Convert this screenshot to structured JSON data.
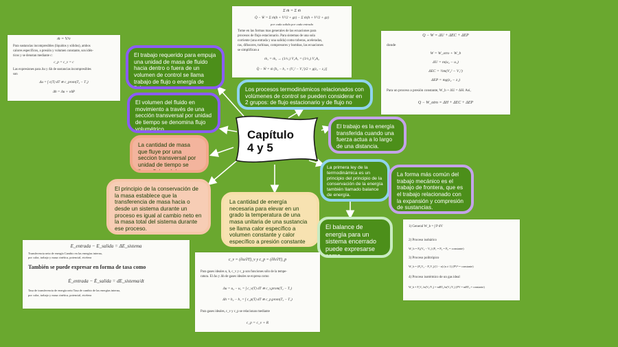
{
  "diagram": {
    "center": {
      "title": "Capítulo\n4 y 5"
    },
    "nodes": [
      {
        "id": "trabajo-flujo",
        "text": "El trabajo requerido para empuja una unidad de masa de fluido hacia dentro o fuera de un volumen de control se llama trabajo de flujo o energía de flujo."
      },
      {
        "id": "volumen-fluido",
        "text": "El volumen del fluido en movimiento a través de una sección transversal por unidad de tiempo se denomina flujo volumétrico."
      },
      {
        "id": "cantidad-masa",
        "text": "La cantidad de masa que fluye por una seccion transversal por unidad de tiempo se llama flujo másico."
      },
      {
        "id": "principio-conservacion",
        "text": "El principio de la conservación de la masa establece  que la transferencia de masa hacia o desde un sistema durante un proceso es igual al cambio neto en la masa total del sistema durante ese proceso."
      },
      {
        "id": "cantidad-energia",
        "text": "La cantidad de energía necesaria para elevar en un grado la temperatura de una masa unitaria de una sustancia se llama calor específico a volumen constante y calor específico a presión constante"
      },
      {
        "id": "procesos-termo",
        "text": "Los procesos termodinámicos relacionados con volúmenes de control se pueden considerar en 2 grupos: de flujo estacionario y de flujo no estacionario."
      },
      {
        "id": "trabajo-energia",
        "text": "El trabajo es la energía transferida cuando una fuerza actua a lo largo de una distancia."
      },
      {
        "id": "primera-ley",
        "text": "La primera ley de la termodinámica es un principio del principio de la conservación de la energía también llamado balance de energía."
      },
      {
        "id": "forma-comun",
        "text": "La forma más común del trabajo mecánico es el trabajo de frontera, que es el trabajo relacionado con la expansión y compresión de sustancias."
      },
      {
        "id": "balance-energia",
        "text": "El balance de energía para un sistema encerrado puede expresarse como"
      }
    ]
  },
  "papers": {
    "top_center": {
      "lines": [
        "Σ ṁ = Σ ṁ",
        "Q̇ − Ẇ = Σ ṁ(h + V²/2 + gz) − Σ ṁ(h + V²/2 + gz)",
        "por cada salida            por cada entrada",
        "Tome en las formas mas generales de las ecuaciones para",
        "procesos de flujo estacionario. Para sistemas de una sola",
        "corriente (una entrada y una salida) como toberas, aceleradas,",
        "ras, difusores, turbinas, compresores y bombas, las ecuaciones",
        "se simplifican a",
        "ṁ₁ = ṁ₂   →   (1/v₁) V₁A₁ = (1/v₂) V₂A₂",
        "Q̇ − Ẇ = ṁ [h₂ − h₁ + (V₂² − V₁²)/2 + g(z₂ − z₁)]"
      ]
    },
    "top_left": {
      "lines": [
        "ṁ = V/v",
        "Para sustancias incompresibles (líquidos y sólidos), ambos",
        "calores específicos, a presión y volumen constante, son idén-",
        "ticos y se denotan mediante c:",
        "c_p = c_v = c",
        "Las expresiones para Δu y Δh de sustancias incompresibles",
        "son",
        "Δu = ∫ c(T) dT ≅ c_prom(T₂ − T₁)",
        "Δh = Δu + vΔP"
      ]
    },
    "top_right": {
      "lines": [
        "Q − W = ΔU + ΔEC + ΔEP",
        "donde",
        "W = W_otro + W_b",
        "ΔU = m(u₂ − u₁)",
        "ΔEC = ½m(V₂² − V₁²)",
        "ΔEP = mg(z₂ − z₁)",
        "Para un proceso a presión constante, W_b + ΔU = ΔH. Así,",
        "Q − W_otro = ΔH + ΔEC + ΔEP"
      ]
    },
    "bottom_left": {
      "lines": [
        "E_entrada − E_salida   =   ΔE_sistema",
        "Transferencia neta de energía      Cambio en las energías interna,",
        "por calor, trabajo y masa        cinética, potencial, etcétera",
        "También se puede expresar en forma de tasa como",
        "Ė_entrada − Ė_salida   =   dE_sistema/dt",
        "Tasa de transferencia de energía neta      Tasa de cambio de las energías interna,",
        "por calor, trabajo y masa        cinética, potencial, etcétera"
      ]
    },
    "bottom_center": {
      "lines": [
        "c_v = (∂u/∂T)_v    y    c_p = (∂h/∂T)_p",
        "Para gases ideales u, h, c_v y c_p son funciones sólo de la tempe-",
        "ratura. El Δu y Δh de gases ideales se expresa como",
        "Δu = u₂ − u₁ = ∫ c_v(T) dT ≅ c_v,prom(T₂ − T₁)",
        "Δh = h₂ − h₁ = ∫ c_p(T) dT ≅ c_p,prom(T₂ − T₁)",
        "Para gases ideales, c_v y c_p se relacionan mediante",
        "c_p = c_v + R"
      ]
    },
    "bottom_right": {
      "lines": [
        "1) General          W_b = ∫ P dV",
        "2) Proceso isobárico",
        "W_b = P₀(V₂ − V₁)          (P₁ = P₂ = P₀ = constante)",
        "3) Proceso politrópico",
        "W_b = (P₂V₂ − P₁V₁)/(1 − n)   (n ≠ 1)      (PVⁿ = constante)",
        "4) Proceso isotérmico de un gas ideal",
        "W_b = P₁V₁ ln(V₂/V₁) = mRT₀ ln(V₂/V₁)    (PV = mRT₀ = constante)"
      ]
    }
  }
}
